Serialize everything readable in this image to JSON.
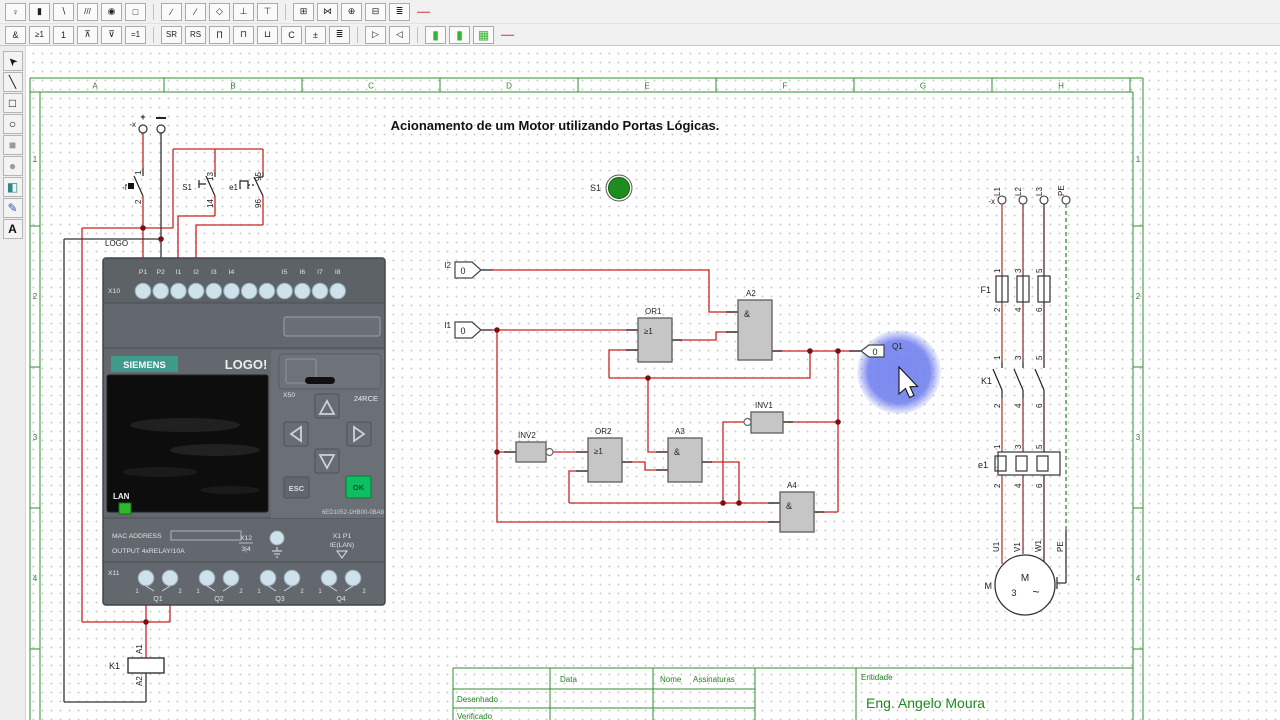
{
  "colors": {
    "sheet_green": "#2f8f2f",
    "wire_red": "#cc2222",
    "wire_black": "#333333",
    "halo_blue": "#6a7aee",
    "siemens_teal": "#3f9a8c",
    "ok_green": "#0fbe5e",
    "led_green": "#2db82d",
    "indicator_green": "#1e8c1e",
    "title_block_green": "#1f7f1f",
    "phase_l1": "#a34832",
    "phase_l2": "#8a3a3a",
    "phase_l3": "#4a2a2a",
    "pe_green": "#2f8f2f"
  },
  "toolbar_row1": {
    "items": [
      {
        "name": "lamp-icon",
        "glyph": "♀"
      },
      {
        "name": "battery-icon",
        "glyph": "▮"
      },
      {
        "name": "contact-icon",
        "glyph": "∖"
      },
      {
        "name": "winding-icon",
        "glyph": "///"
      },
      {
        "name": "motor-icon",
        "glyph": "◉"
      },
      {
        "name": "coil-icon",
        "glyph": "□"
      },
      {
        "name": "switch-icon",
        "glyph": "∕"
      },
      {
        "name": "aux-contact-icon",
        "glyph": "⁄"
      },
      {
        "name": "diamond-icon",
        "glyph": "◇"
      },
      {
        "name": "ground-icon",
        "glyph": "⊥"
      },
      {
        "name": "earth-icon",
        "glyph": "⊤"
      },
      {
        "name": "relay-block-icon",
        "glyph": "⊞"
      },
      {
        "name": "link-icon",
        "glyph": "⋈"
      },
      {
        "name": "connector-icon",
        "glyph": "⊕"
      },
      {
        "name": "block-io-icon",
        "glyph": "⊟"
      },
      {
        "name": "terminal-strip-icon",
        "glyph": "≣"
      },
      {
        "name": "red-dash-icon",
        "glyph": "—"
      }
    ]
  },
  "toolbar_row2": {
    "items": [
      {
        "name": "and-gate-icon",
        "glyph": "&"
      },
      {
        "name": "or-gate-icon",
        "glyph": "≥1"
      },
      {
        "name": "buffer-gate-icon",
        "glyph": "1"
      },
      {
        "name": "nand-gate-icon",
        "glyph": "⊼"
      },
      {
        "name": "nor-gate-icon",
        "glyph": "⊽"
      },
      {
        "name": "xor-gate-icon",
        "glyph": "=1"
      },
      {
        "name": "sr-block-icon",
        "glyph": "SR"
      },
      {
        "name": "rs-block-icon",
        "glyph": "RS"
      },
      {
        "name": "pulse-block-icon",
        "glyph": "Π"
      },
      {
        "name": "timer-on-icon",
        "glyph": "⊓"
      },
      {
        "name": "timer-off-icon",
        "glyph": "⊔"
      },
      {
        "name": "counter-block-icon",
        "glyph": "C"
      },
      {
        "name": "compare-block-icon",
        "glyph": "±"
      },
      {
        "name": "sequencer-block-icon",
        "glyph": "≣"
      },
      {
        "name": "input-tag-icon",
        "glyph": "▷"
      },
      {
        "name": "output-tag-icon",
        "glyph": "◁"
      },
      {
        "name": "led-bar-icon",
        "glyph": "▮"
      },
      {
        "name": "led-column-icon",
        "glyph": "▮"
      },
      {
        "name": "display-matrix-icon",
        "glyph": "▦"
      },
      {
        "name": "red-dash-icon",
        "glyph": "—"
      }
    ]
  },
  "side_toolbar": {
    "items": [
      {
        "name": "pointer-tool-icon",
        "glyph": "➤"
      },
      {
        "name": "line-tool-icon",
        "glyph": "╲"
      },
      {
        "name": "rect-tool-icon",
        "glyph": "□"
      },
      {
        "name": "ellipse-tool-icon",
        "glyph": "○"
      },
      {
        "name": "filled-rect-tool-icon",
        "glyph": "■"
      },
      {
        "name": "filled-ellipse-tool-icon",
        "glyph": "●"
      },
      {
        "name": "fill-tool-icon",
        "glyph": "◧"
      },
      {
        "name": "eyedropper-tool-icon",
        "glyph": "✎"
      },
      {
        "name": "text-tool-icon",
        "glyph": "A"
      }
    ]
  },
  "sheet": {
    "columns": [
      "A",
      "B",
      "C",
      "D",
      "E",
      "F",
      "G",
      "H"
    ],
    "rows": [
      "1",
      "2",
      "3",
      "4"
    ]
  },
  "diagram": {
    "title": "Acionamento de um Motor  utilizando Portas Lógicas."
  },
  "control": {
    "supply_label": "-x",
    "plus": "+",
    "f_label": "-f",
    "f_t1": "1",
    "f_t2": "2",
    "s1_label": "S1",
    "s1_t1": "13",
    "s1_t2": "14",
    "e1_label": "e1",
    "e1_t1": "95",
    "e1_t2": "96",
    "logo_label": "LOGO",
    "k1_label": "K1",
    "k1_a1": "A1",
    "k1_a2": "A2"
  },
  "plc": {
    "x10": "X10",
    "inputs": [
      "P1",
      "P2",
      "I1",
      "I2",
      "I3",
      "I4",
      "I5",
      "I6",
      "I7",
      "I8"
    ],
    "brand": "SIEMENS",
    "product": "LOGO!",
    "x50": "X50",
    "model": "24RCE",
    "lan": "LAN",
    "esc": "ESC",
    "ok": "OK",
    "part_number": "6ED1052-1HB00-0BA8",
    "mac": "MAC ADDRESS",
    "output_spec": "OUTPUT 4xRELAY/10A",
    "x12": "X12",
    "x12b": "3|4",
    "x1p1": "X1 P1",
    "ielan": "IE(LAN)",
    "x11": "X11",
    "out1": "1",
    "out2": "2",
    "outputs": [
      "Q1",
      "Q2",
      "Q3",
      "Q4"
    ]
  },
  "indicator": {
    "label": "S1"
  },
  "logic": {
    "i2_label": "I2",
    "i2_value": "0",
    "i1_label": "I1",
    "i1_value": "0",
    "q1_label": "Q1",
    "q1_value": "0",
    "or1": "OR1",
    "or2": "OR2",
    "a2": "A2",
    "a3": "A3",
    "a4": "A4",
    "inv1": "INV1",
    "inv2": "INV2",
    "or_sym": "≥1",
    "and_sym": "&"
  },
  "power": {
    "x_label": "-x",
    "phases": [
      "L1",
      "L2",
      "L3",
      "PE"
    ],
    "f1_label": "F1",
    "k1_label": "K1",
    "e1_label": "e1",
    "pole_terms": [
      "1",
      "2",
      "3",
      "4",
      "5",
      "6"
    ],
    "motor_terms": [
      "U1",
      "V1",
      "W1",
      "PE"
    ],
    "m_outer": "M",
    "m_inner": "M",
    "m_phases": "3",
    "m_tilde": "~"
  },
  "title_block": {
    "data": "Data",
    "nome": "Nome",
    "assinaturas": "Assinaturas",
    "desenhado": "Desenhado",
    "verificado": "Verificado",
    "entidade": "Entidade",
    "entity_name": "Eng. Angelo Moura"
  }
}
